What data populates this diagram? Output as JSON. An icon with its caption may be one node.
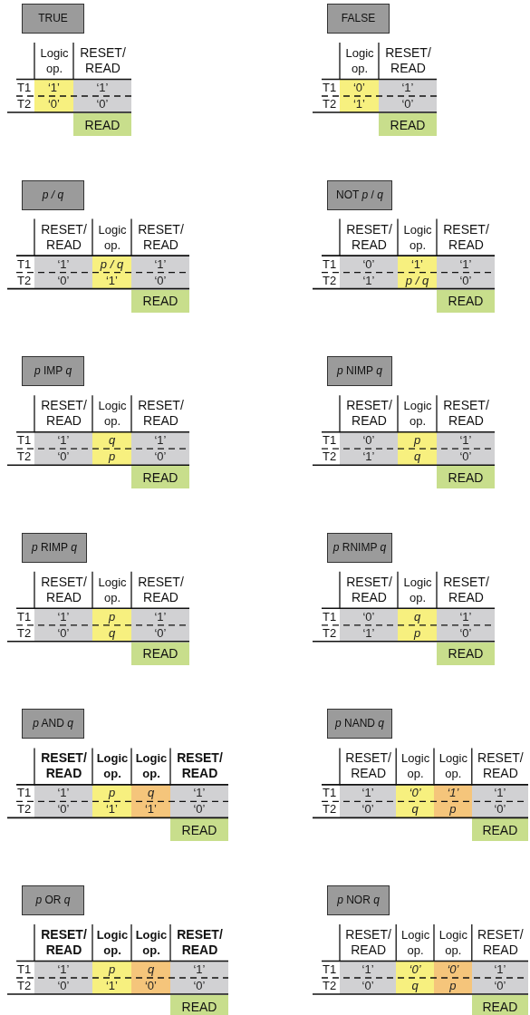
{
  "diagram": {
    "nodes": [
      {
        "text": [
          "TRUE"
        ]
      },
      {
        "text": [
          "‘1’",
          "‘0’"
        ],
        "beside": [
          "Logic op."
        ]
      },
      {
        "text": [
          "‘1’",
          "‘0’"
        ],
        "beside": [
          "RESET/ READ"
        ]
      },
      {
        "text": [
          "READ"
        ]
      },
      {
        "text": [
          "FALSE"
        ]
      },
      {
        "text": [
          "‘0’",
          "‘1’"
        ],
        "beside": [
          "Logic op."
        ]
      },
      {
        "text": [
          "‘1’",
          "‘0’"
        ],
        "beside": [
          "RESET/ READ"
        ]
      },
      {
        "text": [
          "READ"
        ]
      },
      {
        "text": [
          "p / q"
        ]
      },
      {
        "text": [
          "‘1’",
          "‘0’"
        ],
        "beside": [
          "RESET/ READ"
        ]
      },
      {
        "text": [
          "p / q",
          "‘1’"
        ],
        "beside": [
          "Logic op."
        ]
      },
      {
        "text": [
          "‘1’",
          "‘0’"
        ],
        "beside": [
          "RESET/ READ"
        ]
      },
      {
        "text": [
          "READ"
        ]
      },
      {
        "text": [
          "NOT *p* / *q*"
        ]
      },
      {
        "text": [
          "‘0’",
          "‘1’"
        ],
        "beside": [
          "RESET/ READ"
        ]
      },
      {
        "text": [
          "‘1’",
          "p / q"
        ],
        "beside": [
          "Logic op."
        ]
      },
      {
        "text": [
          "‘1’",
          "‘0’"
        ],
        "beside": [
          "RESET/ READ"
        ]
      },
      {
        "text": [
          "READ"
        ]
      },
      {
        "text": [
          "*p* IMP *q*"
        ]
      },
      {
        "text": [
          "‘1’",
          "‘0’"
        ],
        "beside": [
          "RESET/ READ"
        ]
      },
      {
        "text": [
          "q",
          "p"
        ],
        "beside": [
          "Logic op."
        ]
      },
      {
        "text": [
          "‘1’",
          "‘0’"
        ],
        "beside": [
          "RESET/ READ"
        ]
      },
      {
        "text": [
          "READ"
        ]
      },
      {
        "text": [
          "*p* NIMP *q*"
        ]
      },
      {
        "text": [
          "‘0’",
          "‘1’"
        ],
        "beside": [
          "RESET/ READ"
        ]
      },
      {
        "text": [
          "p",
          "q"
        ],
        "beside": [
          "Logic op."
        ]
      },
      {
        "text": [
          "‘1’",
          "‘0’"
        ],
        "beside": [
          "RESET/ READ"
        ]
      },
      {
        "text": [
          "READ"
        ]
      },
      {
        "text": [
          "*p* RIMP *q*"
        ]
      },
      {
        "text": [
          "‘1’",
          "‘0’"
        ],
        "beside": [
          "RESET/ READ"
        ]
      },
      {
        "text": [
          "p",
          "q"
        ],
        "beside": [
          "Logic op."
        ]
      },
      {
        "text": [
          "‘1’",
          "‘0’"
        ],
        "beside": [
          "RESET/ READ"
        ]
      },
      {
        "text": [
          "READ"
        ]
      },
      {
        "text": [
          "*p* RNIMP *q*"
        ]
      },
      {
        "text": [
          "‘0’",
          "‘1’"
        ],
        "beside": [
          "RESET/ READ"
        ]
      },
      {
        "text": [
          "q",
          "p"
        ],
        "beside": [
          "Logic op."
        ]
      },
      {
        "text": [
          "‘1’",
          "‘0’"
        ],
        "beside": [
          "RESET/ READ"
        ]
      },
      {
        "text": [
          "READ"
        ]
      },
      {
        "text": [
          "*p* AND *q*"
        ]
      },
      {
        "text": [
          "‘1’",
          "‘0’"
        ],
        "beside": [
          "RESET/ READ"
        ]
      },
      {
        "text": [
          "p",
          "‘1’"
        ],
        "beside": [
          "Logic op."
        ]
      },
      {
        "text": [
          "q",
          "‘1’"
        ],
        "beside": [
          "Logic op."
        ]
      },
      {
        "text": [
          "‘1’",
          "‘0’"
        ],
        "beside": [
          "RESET/ READ"
        ]
      },
      {
        "text": [
          "READ"
        ]
      },
      {
        "text": [
          "*p* NAND *q*"
        ]
      },
      {
        "text": [
          "‘1’",
          "‘0’"
        ],
        "beside": [
          "RESET/ READ"
        ]
      },
      {
        "text": [
          "‘0’",
          "q"
        ],
        "beside": [
          "Logic op."
        ]
      },
      {
        "text": [
          "‘1’",
          "p"
        ],
        "beside": [
          "Logic op."
        ]
      },
      {
        "text": [
          "‘1’",
          "‘0’"
        ],
        "beside": [
          "RESET/ READ"
        ]
      },
      {
        "text": [
          "READ"
        ]
      },
      {
        "text": [
          "*p* OR *q*"
        ]
      },
      {
        "text": [
          "‘1’",
          "‘0’"
        ],
        "beside": [
          "RESET/ READ"
        ]
      },
      {
        "text": [
          "p",
          "‘1’"
        ],
        "beside": [
          "Logic op."
        ]
      },
      {
        "text": [
          "q",
          "‘0’"
        ],
        "beside": [
          "Logic op."
        ]
      },
      {
        "text": [
          "‘1’",
          "‘0’"
        ],
        "beside": [
          "RESET/ READ"
        ]
      },
      {
        "text": [
          "READ"
        ]
      },
      {
        "text": [
          "*p* NOR *q*"
        ]
      },
      {
        "text": [
          "‘1’",
          "‘0’"
        ],
        "beside": [
          "RESET/ READ"
        ]
      },
      {
        "text": [
          "‘0’",
          "q"
        ],
        "beside": [
          "Logic op."
        ]
      },
      {
        "text": [
          "‘0’",
          "p"
        ],
        "beside": [
          "Logic op."
        ]
      },
      {
        "text": [
          "‘1’",
          "‘0’"
        ],
        "beside": [
          "RESET/ READ"
        ]
      },
      {
        "text": [
          "READ"
        ]
      }
    ],
    "labels": [
      "T1",
      "T2",
      "T1",
      "T2",
      "T1",
      "T2",
      "T1",
      "T2",
      "T1",
      "T2",
      "T1",
      "T2",
      "T1",
      "T2",
      "T1",
      "T2",
      "T1",
      "T2",
      "T1",
      "T2",
      "T1",
      "T2",
      "T1",
      "T2"
    ]
  }
}
